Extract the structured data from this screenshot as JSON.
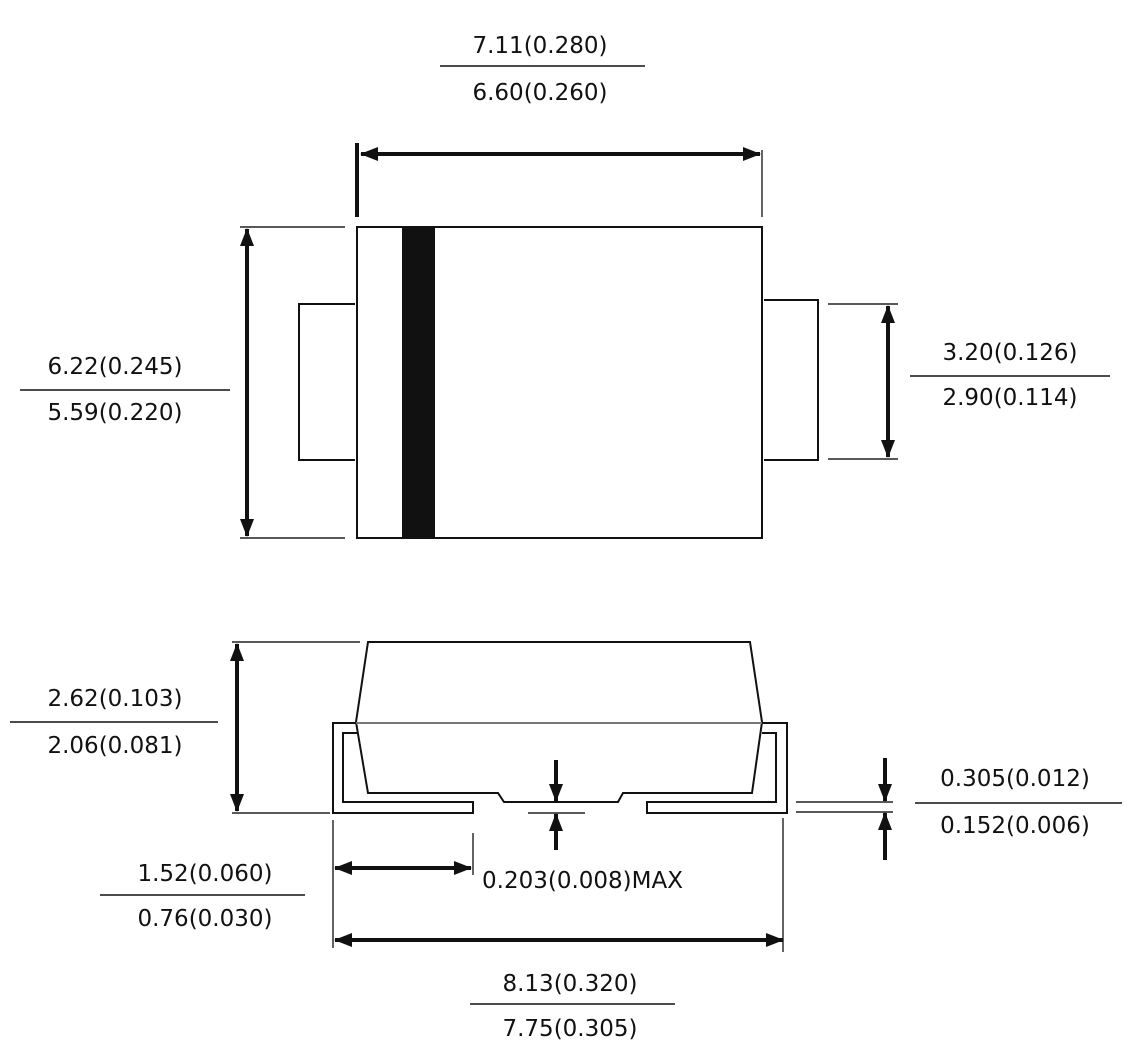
{
  "colors": {
    "line": "#111111",
    "background": "#ffffff",
    "cathode_band": "#111111"
  },
  "top_view": {
    "length": {
      "max": "7.11(0.280)",
      "min": "6.60(0.260)"
    },
    "width": {
      "max": "6.22(0.245)",
      "min": "5.59(0.220)"
    },
    "lead_width": {
      "max": "3.20(0.126)",
      "min": "2.90(0.114)"
    }
  },
  "side_view": {
    "height": {
      "max": "2.62(0.103)",
      "min": "2.06(0.081)"
    },
    "standoff": "0.203(0.008)MAX",
    "lead_thickness": {
      "max": "0.305(0.012)",
      "min": "0.152(0.006)"
    },
    "lead_length": {
      "max": "1.52(0.060)",
      "min": "0.76(0.030)"
    },
    "overall_length": {
      "max": "8.13(0.320)",
      "min": "7.75(0.305)"
    }
  }
}
